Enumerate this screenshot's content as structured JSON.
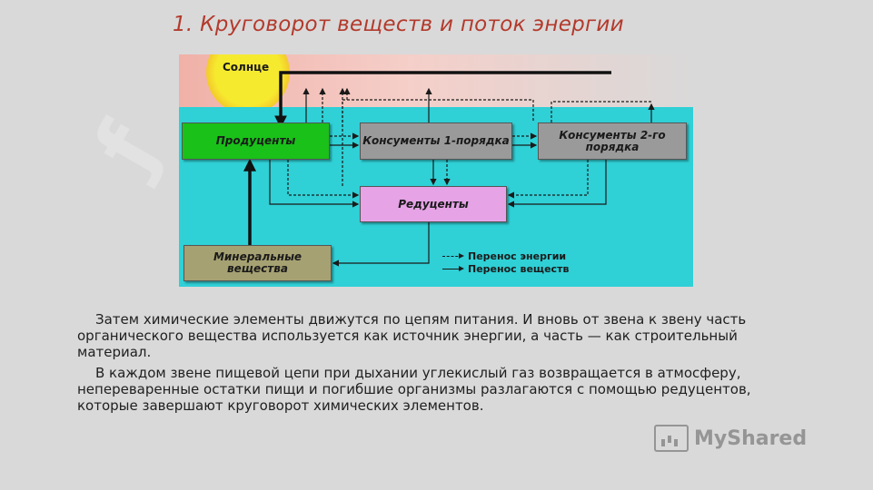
{
  "title": "1. Круговорот веществ и поток энергии",
  "diagram": {
    "sun_label": "Солнце",
    "producers": "Продуценты",
    "consumers1": "Консументы 1-порядка",
    "consumers2": "Консументы 2-го порядка",
    "reducers": "Редуценты",
    "minerals": "Минеральные вещества",
    "legend": {
      "energy": "Перенос энергии",
      "matter": "Перенос веществ"
    }
  },
  "paragraphs": [
    "Затем химические элементы движутся по цепям питания. И вновь от звена к звену часть органического вещества используется как источник энергии, а часть — как строительный материал.",
    "В каждом звене пищевой цепи при дыхании углекислый газ возвращается в атмосферу, непереваренные остатки пищи и погибшие организмы разлагаются с помощью редуцентов, которые завершают круговорот химических элементов."
  ],
  "logo": "MyShared"
}
